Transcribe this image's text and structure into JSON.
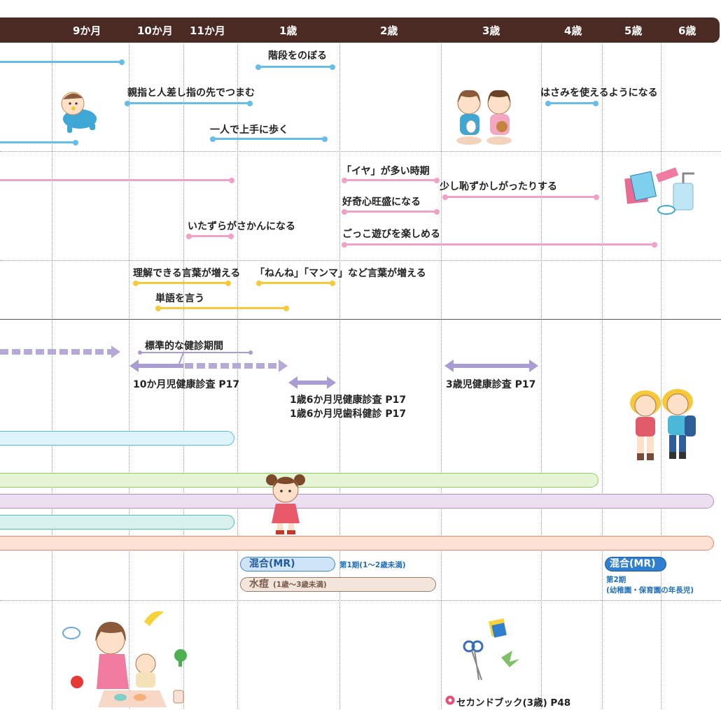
{
  "header": {
    "ages": [
      "9か月",
      "10か月",
      "11か月",
      "1歳",
      "2歳",
      "3歳",
      "4歳",
      "5歳",
      "6歳"
    ]
  },
  "motor": {
    "stairs": "階段をのぼる",
    "pinch": "親指と人差し指の先でつまむ",
    "walk": "一人で上手に歩く",
    "scissors": "はさみを使えるようになる"
  },
  "social": {
    "iya": "「イヤ」が多い時期",
    "shy": "少し恥ずかしがったりする",
    "curious": "好奇心旺盛になる",
    "mischief": "いたずらがさかんになる",
    "pretend": "ごっこ遊びを楽しめる"
  },
  "language": {
    "understand": "理解できる言葉が増える",
    "nenne": "「ねんね」「マンマ」など言葉が増える",
    "words": "単語を言う"
  },
  "checkups": {
    "standard": "標準的な健診期間",
    "m10": "10か月児健康診査 P17",
    "y1_6": "1歳6か月児健康診査 P17",
    "y1_6_dental": "1歳6か月児歯科健診 P17",
    "y3": "3歳児健康診査 P17"
  },
  "vaccines": {
    "mr1_name": "混合(MR)",
    "mr1_note": "第1期(1〜2歳未満)",
    "varicella_name": "水痘",
    "varicella_note": "(1歳〜3歳未満)",
    "mr2_name": "混合(MR)",
    "mr2_stage": "第2期",
    "mr2_note": "(幼稚園・保育園の年長児)"
  },
  "footer": {
    "second_book": "セカンドブック(3歳) P48"
  },
  "colors": {
    "header": "#4a2a22",
    "blue": "#66bde8",
    "pink": "#f1a1c6",
    "yellow": "#f6c93a",
    "purple": "#a99cd2"
  }
}
